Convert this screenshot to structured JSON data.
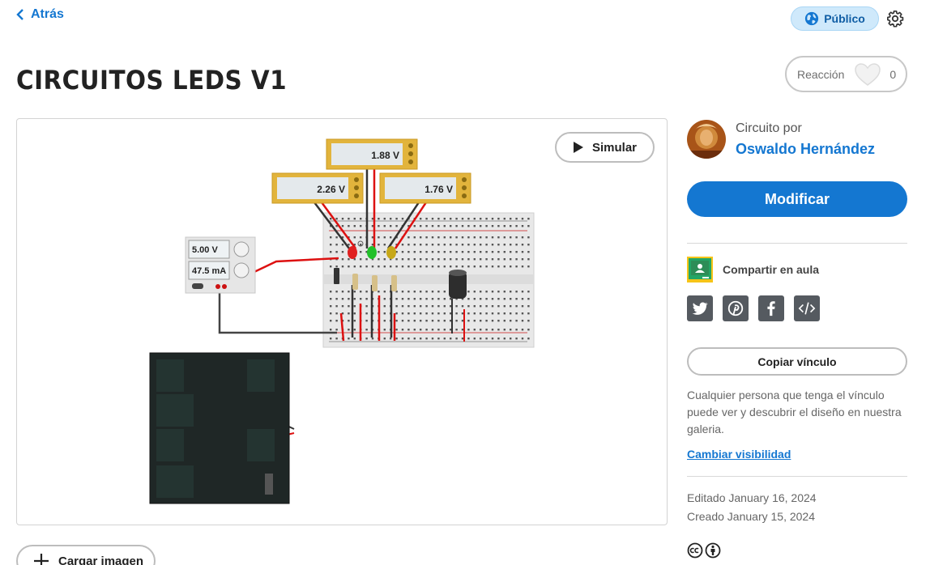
{
  "nav": {
    "back_label": "Atrás"
  },
  "header": {
    "visibility_label": "Público",
    "title": "CIRCUITOS LEDS V1",
    "reaction_label": "Reacción",
    "reaction_count": "0"
  },
  "canvas": {
    "simulate_label": "Simular",
    "meters": [
      "1.88 V",
      "2.26 V",
      "1.76 V"
    ],
    "power_supply": {
      "voltage": "5.00 V",
      "current": "47.5 mA"
    }
  },
  "upload": {
    "label": "Cargar imagen"
  },
  "sidebar": {
    "author_prefix": "Circuito por",
    "author_name": "Oswaldo Hernández",
    "modify_label": "Modificar",
    "classroom_label": "Compartir en aula",
    "share_icons": [
      "twitter-icon",
      "pinterest-icon",
      "facebook-icon",
      "embed-code-icon"
    ],
    "copy_link_label": "Copiar vínculo",
    "visibility_description": "Cualquier persona que tenga el vínculo puede ver y descubrir el diseño en nuestra galeria.",
    "change_visibility_label": "Cambiar visibilidad",
    "edited": "Editado January 16, 2024",
    "created": "Creado January 15, 2024",
    "license_icons": [
      "cc-icon",
      "attribution-icon"
    ]
  },
  "colors": {
    "accent": "#1477d1",
    "public_pill": "#cfe9fb",
    "share_icon_bg": "#555a60"
  }
}
